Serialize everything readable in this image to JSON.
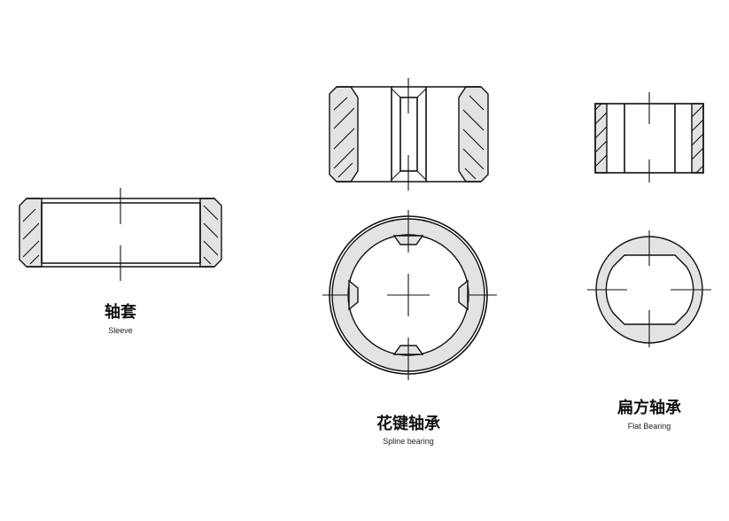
{
  "parts": [
    {
      "name_cn": "轴套",
      "name_en": "Sleeve"
    },
    {
      "name_cn": "花键轴承",
      "name_en": "Spline bearing"
    },
    {
      "name_cn": "扁方轴承",
      "name_en": "Flat Bearing"
    }
  ],
  "colors": {
    "line": "#111111",
    "section_fill": "#e3e3e3",
    "background": "#ffffff"
  }
}
